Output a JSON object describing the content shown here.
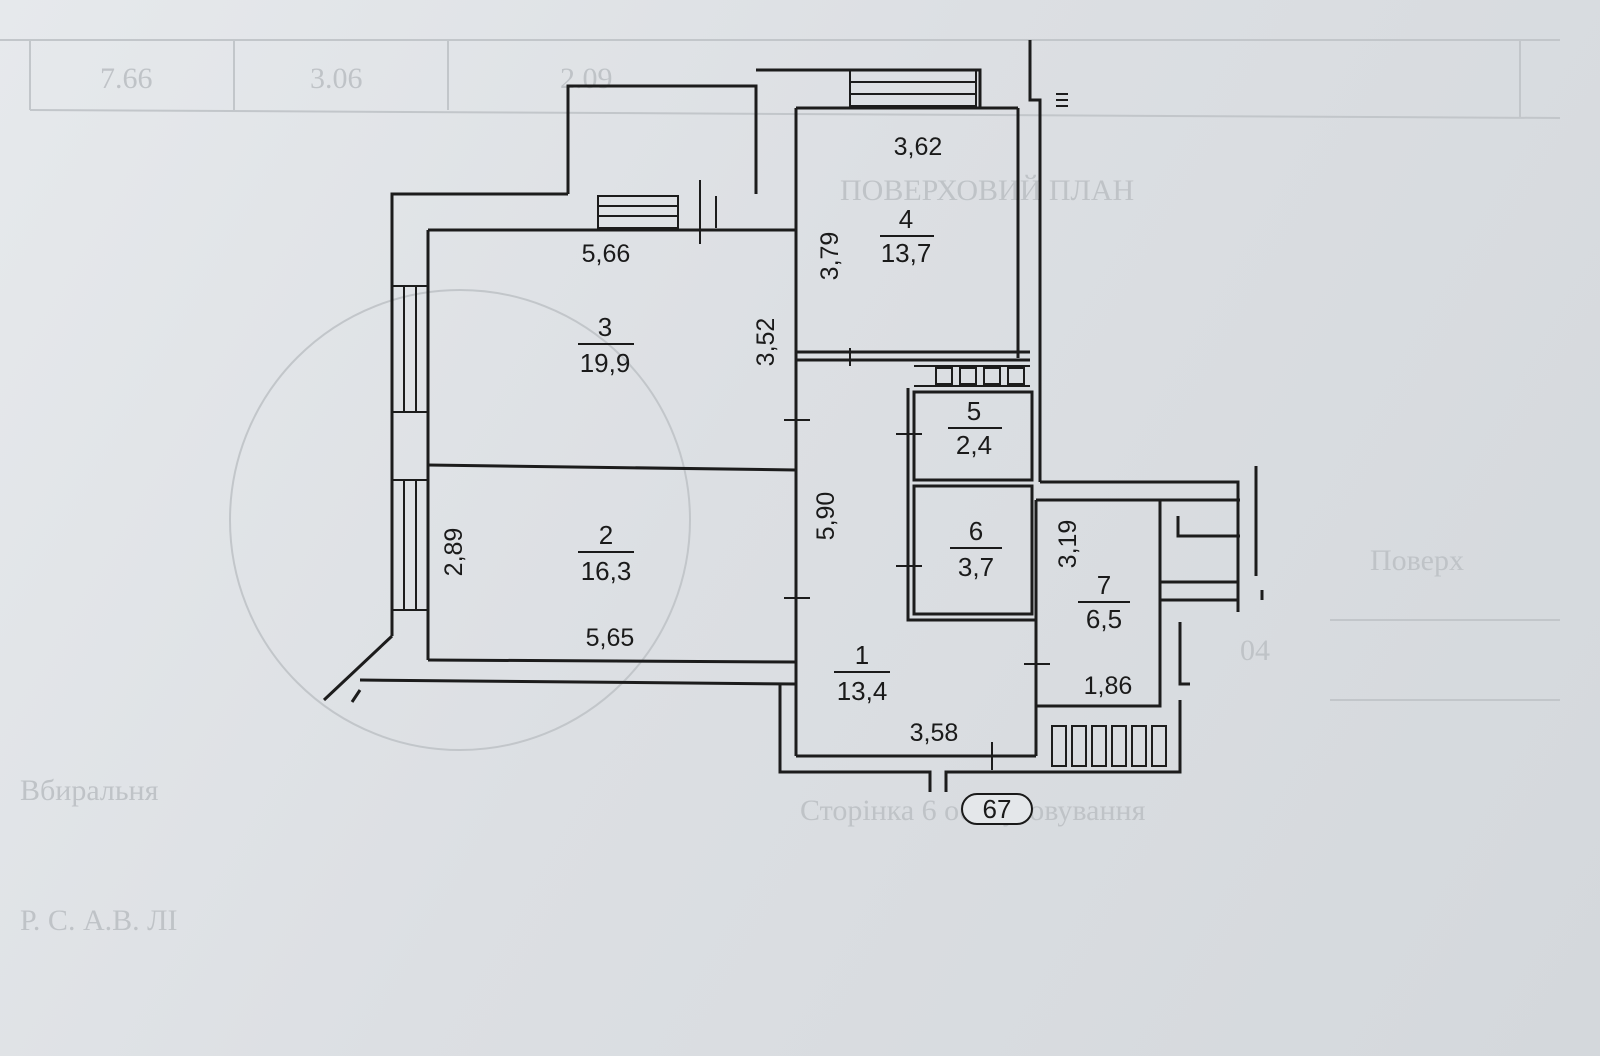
{
  "header_strip": {
    "values": [
      "7.66",
      "3.06",
      "2.09"
    ]
  },
  "rooms": [
    {
      "id": "1",
      "area": "13,4"
    },
    {
      "id": "2",
      "area": "16,3"
    },
    {
      "id": "3",
      "area": "19,9"
    },
    {
      "id": "4",
      "area": "13,7"
    },
    {
      "id": "5",
      "area": "2,4"
    },
    {
      "id": "6",
      "area": "3,7"
    },
    {
      "id": "7",
      "area": "6,5"
    }
  ],
  "dimensions": {
    "room3_width": "5,66",
    "room3_depth": "3,52",
    "room2_width": "5,65",
    "room2_depth": "2,89",
    "room4_width": "3,62",
    "room4_depth": "3,79",
    "room1_depth": "5,90",
    "room1_width": "3,58",
    "room7_depth": "3,19",
    "room7_width": "1,86"
  },
  "apartment_number": "67",
  "background_text": {
    "heading_ghost": "ПОВЕРХОВИЙ ПЛАН",
    "row1_left": "Поверх",
    "row1_right": "04",
    "row2": "Вбиральня",
    "row3": "Сторінка 6 обслуговування",
    "row4": "Р. С. А.В. ЛІ"
  }
}
